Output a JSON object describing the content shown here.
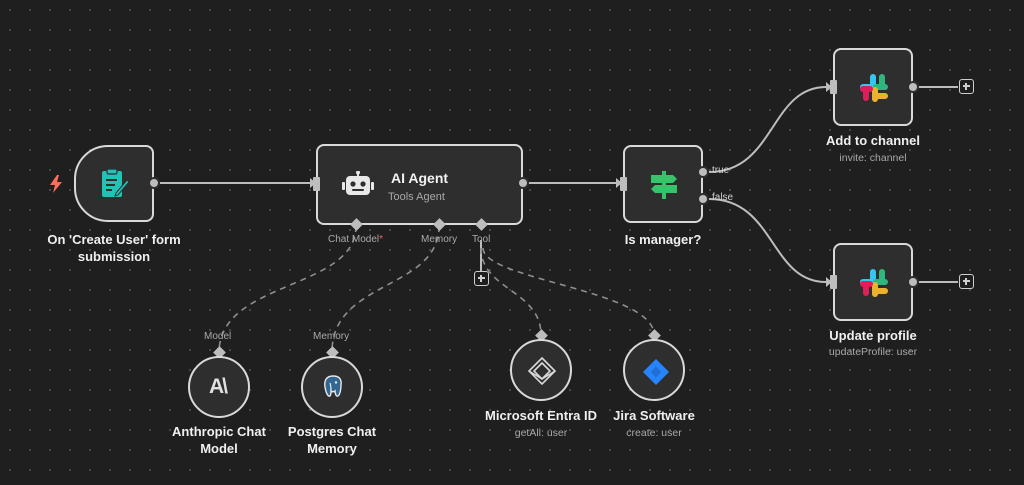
{
  "trigger": {
    "label_line1": "On 'Create User' form",
    "label_line2": "submission",
    "icon": "form-icon",
    "bolt_icon": "lightning-icon"
  },
  "agent": {
    "title": "AI Agent",
    "subtitle": "Tools Agent",
    "icon": "robot-icon",
    "ports": {
      "chat_model": "Chat Model",
      "chat_model_required": "*",
      "memory": "Memory",
      "tool": "Tool"
    }
  },
  "if_node": {
    "label": "Is manager?",
    "icon": "signpost-icon",
    "branch_true": "true",
    "branch_false": "false"
  },
  "slack_add": {
    "label": "Add to channel",
    "subtitle": "invite: channel",
    "icon": "slack-icon"
  },
  "slack_update": {
    "label": "Update profile",
    "subtitle": "updateProfile: user",
    "icon": "slack-icon"
  },
  "model": {
    "port_label": "Model",
    "label_line1": "Anthropic Chat",
    "label_line2": "Model",
    "icon": "anthropic-icon",
    "glyph": "A\\"
  },
  "memory": {
    "port_label": "Memory",
    "label_line1": "Postgres Chat",
    "label_line2": "Memory",
    "icon": "postgres-icon"
  },
  "entra": {
    "label": "Microsoft Entra ID",
    "subtitle": "getAll: user",
    "icon": "entra-icon"
  },
  "jira": {
    "label": "Jira Software",
    "subtitle": "create: user",
    "icon": "jira-icon"
  },
  "colors": {
    "canvas": "#1f1f1f",
    "node": "#2e2e2e",
    "border": "#d9d9d9",
    "edge": "#bdbdbd",
    "form_teal": "#22c2b6",
    "trigger_bolt": "#ff6d5a",
    "if_green": "#36c46a",
    "jira_blue": "#2684ff",
    "postgres_blue": "#336791"
  }
}
